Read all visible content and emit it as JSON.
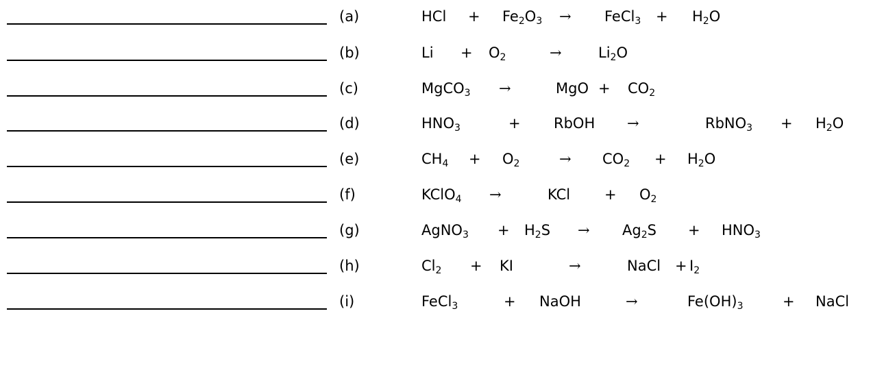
{
  "reactions": [
    {
      "letter": "(a)",
      "tokens": [
        {
          "t": "HCl"
        },
        {
          "t": "+"
        },
        {
          "t": "Fe",
          "sub": "2",
          "t2": "O",
          "sub2": "3"
        },
        {
          "t": "→",
          "arrow": true
        },
        {
          "t": "FeCl",
          "sub": "3"
        },
        {
          "t": "+"
        },
        {
          "t": "H",
          "sub": "2",
          "t2": "O"
        }
      ]
    },
    {
      "letter": "(b)",
      "tokens": [
        {
          "t": "Li"
        },
        {
          "t": "+"
        },
        {
          "t": "O",
          "sub": "2"
        },
        {
          "t": "→",
          "arrow": true
        },
        {
          "t": "Li",
          "sub": "2",
          "t2": "O"
        }
      ]
    },
    {
      "letter": "(c)",
      "tokens": [
        {
          "t": "MgCO",
          "sub": "3"
        },
        {
          "t": "→",
          "arrow": true
        },
        {
          "t": "MgO"
        },
        {
          "t": "+"
        },
        {
          "t": "CO",
          "sub": "2"
        }
      ]
    },
    {
      "letter": "(d)",
      "tokens": [
        {
          "t": "HNO",
          "sub": "3"
        },
        {
          "t": "+"
        },
        {
          "t": "RbOH"
        },
        {
          "t": "→",
          "arrow": true
        },
        {
          "t": "RbNO",
          "sub": "3"
        },
        {
          "t": "+"
        },
        {
          "t": "H",
          "sub": "2",
          "t2": "O"
        }
      ]
    },
    {
      "letter": "(e)",
      "tokens": [
        {
          "t": "CH",
          "sub": "4"
        },
        {
          "t": "+"
        },
        {
          "t": "O",
          "sub": "2"
        },
        {
          "t": "→",
          "arrow": true
        },
        {
          "t": "CO",
          "sub": "2"
        },
        {
          "t": "+"
        },
        {
          "t": "H",
          "sub": "2",
          "t2": "O"
        }
      ]
    },
    {
      "letter": "(f)",
      "tokens": [
        {
          "t": "KClO",
          "sub": "4"
        },
        {
          "t": "→",
          "arrow": true
        },
        {
          "t": "KCl"
        },
        {
          "t": "+"
        },
        {
          "t": "O",
          "sub": "2"
        }
      ]
    },
    {
      "letter": "(g)",
      "tokens": [
        {
          "t": "AgNO",
          "sub": "3"
        },
        {
          "t": "+"
        },
        {
          "t": "H",
          "sub": "2",
          "t2": "S"
        },
        {
          "t": "→",
          "arrow": true
        },
        {
          "t": "Ag",
          "sub": "2",
          "t2": "S"
        },
        {
          "t": "+"
        },
        {
          "t": "HNO",
          "sub": "3"
        }
      ]
    },
    {
      "letter": "(h)",
      "tokens": [
        {
          "t": "Cl",
          "sub": "2"
        },
        {
          "t": "+"
        },
        {
          "t": "KI"
        },
        {
          "t": "→",
          "arrow": true
        },
        {
          "t": "NaCl"
        },
        {
          "t": "+"
        },
        {
          "t": "I",
          "sub": "2"
        }
      ]
    },
    {
      "letter": "(i)",
      "tokens": [
        {
          "t": "FeCl",
          "sub": "3"
        },
        {
          "t": "+"
        },
        {
          "t": "NaOH"
        },
        {
          "t": "→",
          "arrow": true
        },
        {
          "t": "Fe(OH)",
          "sub": "3"
        },
        {
          "t": "+"
        },
        {
          "t": "NaCl"
        }
      ]
    }
  ]
}
